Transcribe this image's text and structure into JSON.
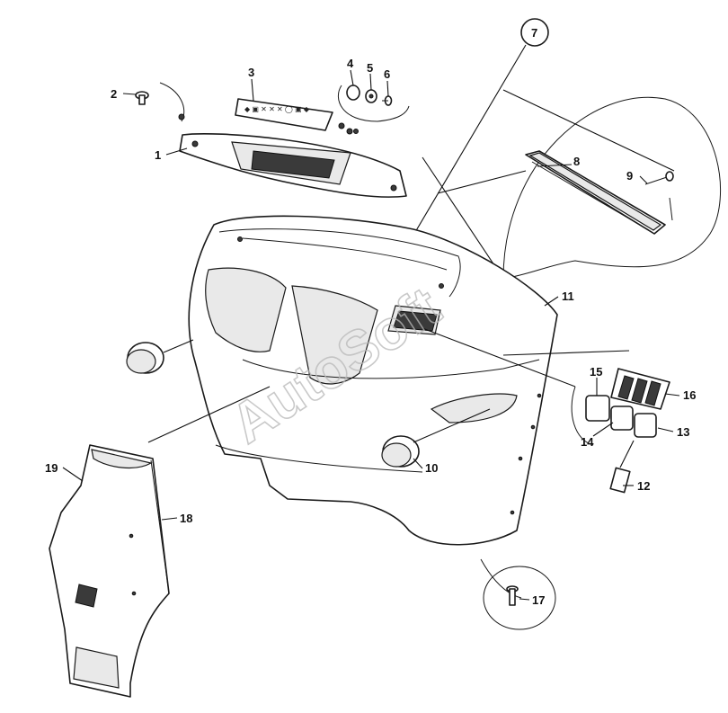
{
  "diagram": {
    "watermark": "AutoSoft",
    "callouts": [
      {
        "id": "c1",
        "label": "1"
      },
      {
        "id": "c2",
        "label": "2"
      },
      {
        "id": "c3",
        "label": "3"
      },
      {
        "id": "c4",
        "label": "4"
      },
      {
        "id": "c5",
        "label": "5"
      },
      {
        "id": "c6",
        "label": "6"
      },
      {
        "id": "c7",
        "label": "7"
      },
      {
        "id": "c8",
        "label": "8"
      },
      {
        "id": "c9",
        "label": "9"
      },
      {
        "id": "c10",
        "label": "10"
      },
      {
        "id": "c11",
        "label": "11"
      },
      {
        "id": "c12",
        "label": "12"
      },
      {
        "id": "c13",
        "label": "13"
      },
      {
        "id": "c14",
        "label": "14"
      },
      {
        "id": "c15",
        "label": "15"
      },
      {
        "id": "c16",
        "label": "16"
      },
      {
        "id": "c17",
        "label": "17"
      },
      {
        "id": "c18",
        "label": "18"
      },
      {
        "id": "c19",
        "label": "19"
      }
    ]
  }
}
